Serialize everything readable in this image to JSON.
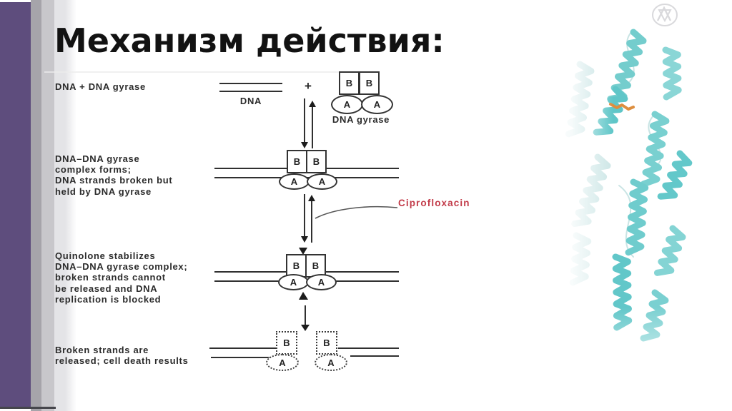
{
  "slide": {
    "title": "Механизм действия:"
  },
  "icons": {
    "logo": "monogram-logo-icon",
    "reversible_arrows": "up-down-arrow-pair",
    "forward_arrow": "down-arrow"
  },
  "colors": {
    "accent_bar_purple": "#5e4d7d",
    "ciprofloxacin_red": "#c23b49",
    "protein_teal": "#6fcccd",
    "diagram_ink": "#333333"
  },
  "diagram": {
    "dna_label": "DNA",
    "plus_sign": "+",
    "gyrase_label": "DNA gyrase",
    "subunit_b": "B",
    "subunit_a": "A",
    "inhibitor_label": "Ciprofloxacin",
    "steps": [
      {
        "label_lines": [
          "DNA + DNA gyrase"
        ]
      },
      {
        "label_lines": [
          "DNA–DNA gyrase",
          "complex forms;",
          "DNA strands broken but",
          "held by DNA gyrase"
        ]
      },
      {
        "label_lines": [
          "Quinolone stabilizes",
          "DNA–DNA gyrase complex;",
          "broken strands cannot",
          "be released and DNA",
          "replication is blocked"
        ]
      },
      {
        "label_lines": [
          "Broken strands are",
          "released; cell death results"
        ]
      }
    ]
  }
}
